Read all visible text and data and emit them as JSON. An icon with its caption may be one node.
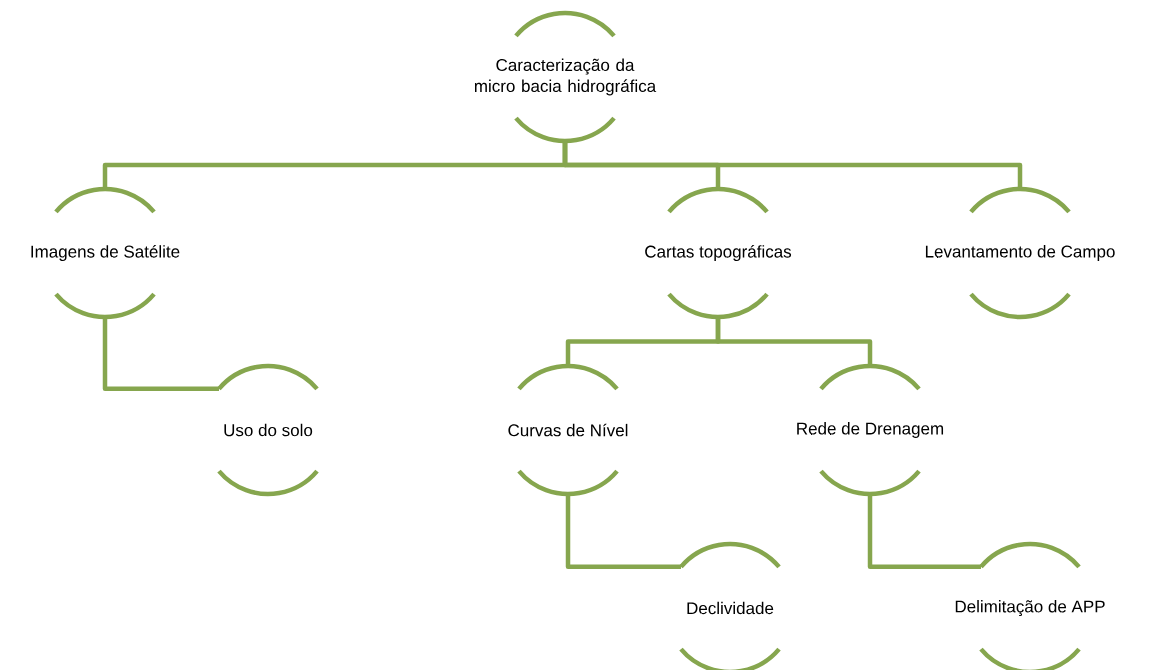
{
  "diagram": {
    "nodes": [
      {
        "text": [
          "Caracterização da micro bacia hidrográfica"
        ]
      },
      {
        "text": [
          "Imagens de Satélite"
        ]
      },
      {
        "text": [
          "Cartas topográficas"
        ]
      },
      {
        "text": [
          "Levantamento de Campo"
        ]
      },
      {
        "text": [
          "Uso do solo"
        ]
      },
      {
        "text": [
          "Curvas de Nível"
        ]
      },
      {
        "text": [
          "Rede de Drenagem"
        ]
      },
      {
        "text": [
          "Declividade"
        ]
      },
      {
        "text": [
          "Delimitação de APP"
        ]
      }
    ],
    "edges": [
      {
        "from": 0,
        "to": 1,
        "arrow": "none"
      },
      {
        "from": 0,
        "to": 2,
        "arrow": "none"
      },
      {
        "from": 0,
        "to": 3,
        "arrow": "none"
      },
      {
        "from": 1,
        "to": 4,
        "arrow": "none"
      },
      {
        "from": 2,
        "to": 5,
        "arrow": "none"
      },
      {
        "from": 2,
        "to": 6,
        "arrow": "none"
      },
      {
        "from": 5,
        "to": 7,
        "arrow": "none"
      },
      {
        "from": 6,
        "to": 8,
        "arrow": "none"
      }
    ]
  }
}
